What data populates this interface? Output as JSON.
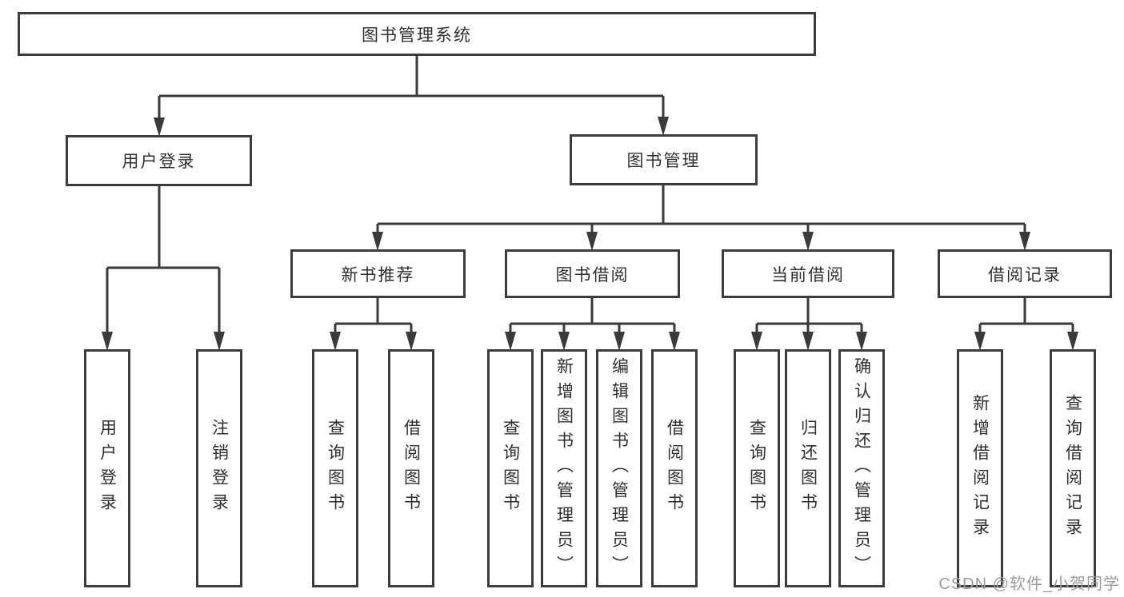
{
  "diagram": {
    "title_node": {
      "label": "图书管理系统"
    },
    "level2": {
      "user_login": {
        "label": "用户登录"
      },
      "book_mgmt": {
        "label": "图书管理"
      }
    },
    "level3": {
      "new_books": {
        "label": "新书推荐"
      },
      "book_borrow": {
        "label": "图书借阅"
      },
      "current_borrow": {
        "label": "当前借阅"
      },
      "borrow_record": {
        "label": "借阅记录"
      }
    },
    "leaves": [
      "用户登录",
      "注销登录",
      "查询图书",
      "借阅图书",
      "查询图书",
      "新增图书（管理员）",
      "编辑图书（管理员）",
      "借阅图书",
      "查询图书",
      "归还图书",
      "确认归还（管理员）",
      "新增借阅记录",
      "查询借阅记录"
    ]
  },
  "watermark": {
    "text": "CSDN @软件_小贺同学"
  },
  "colors": {
    "line": "#3a3a3a",
    "box_border": "#3c3c3c",
    "text": "#2f2f2f",
    "watermark": "#9b9b9b",
    "background": "#ffffff"
  }
}
